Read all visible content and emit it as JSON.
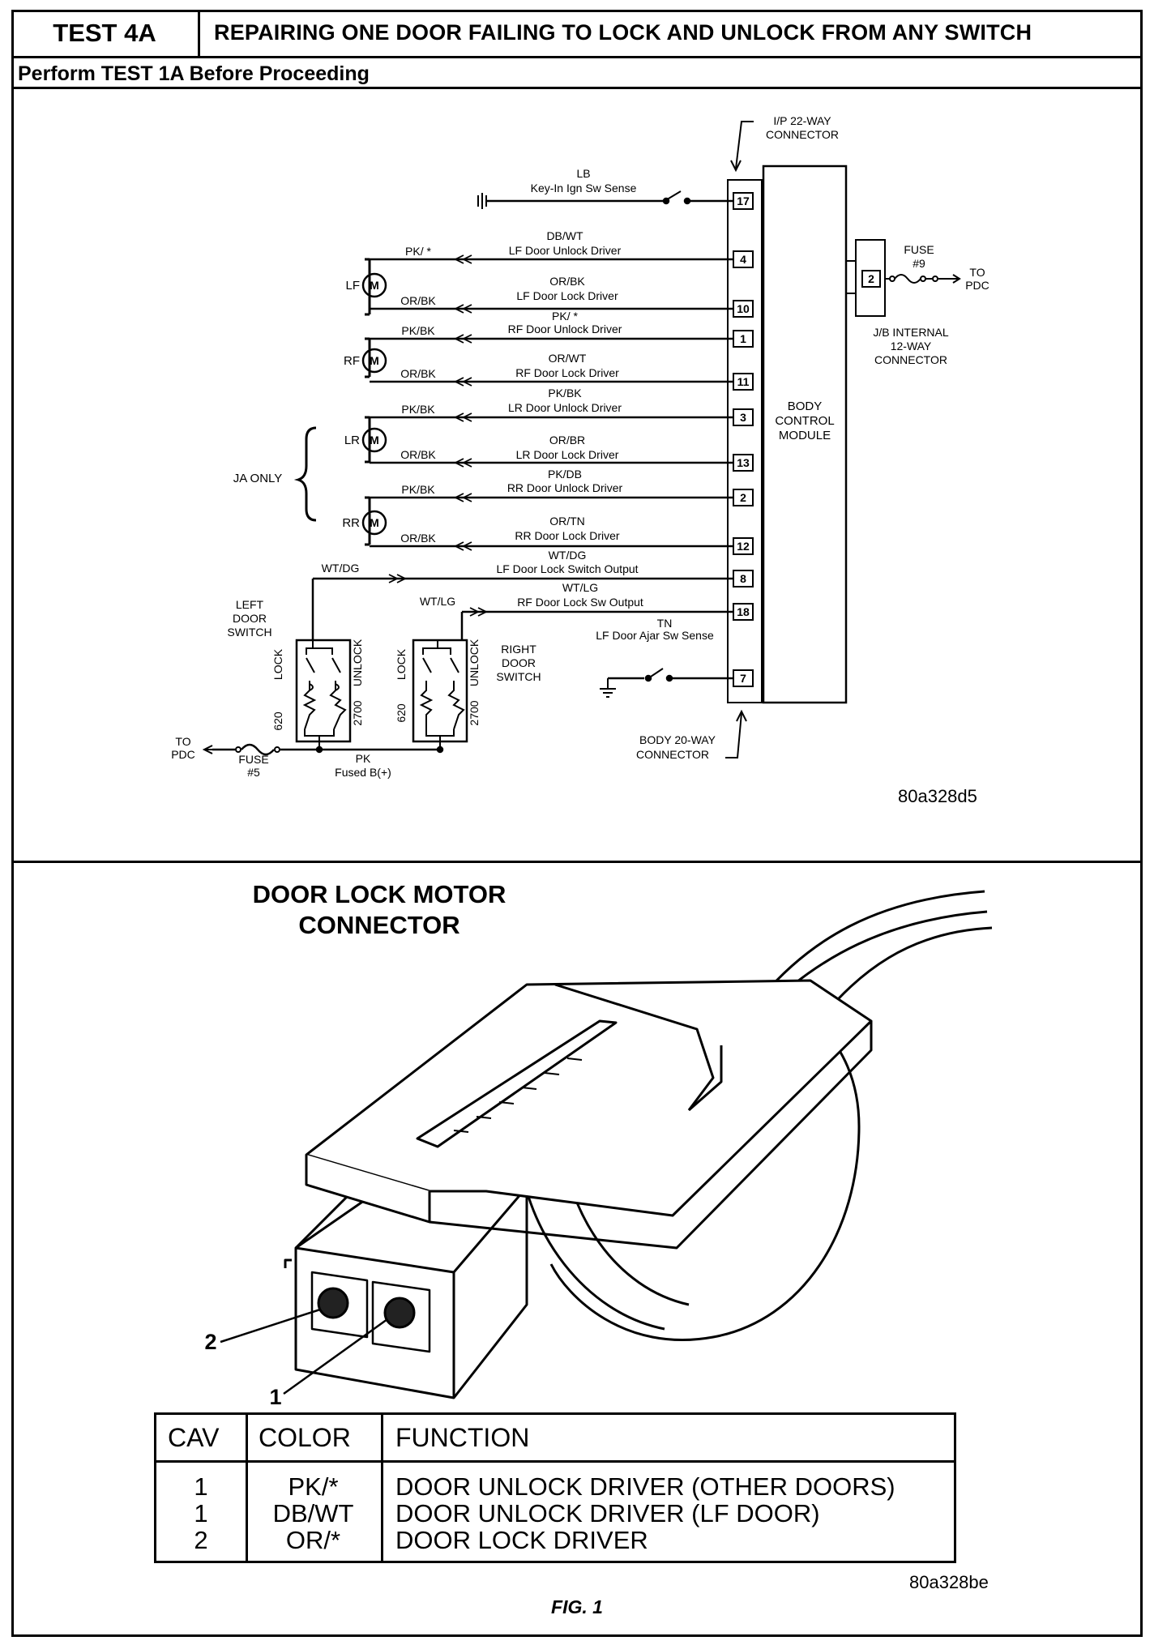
{
  "header": {
    "test_label": "TEST 4A",
    "title": "REPAIRING ONE DOOR FAILING TO LOCK AND UNLOCK FROM ANY SWITCH",
    "prerequisite": "Perform TEST 1A Before Proceeding"
  },
  "schematic": {
    "ip_connector": [
      "I/P 22-WAY",
      "CONNECTOR"
    ],
    "body_connector": [
      "BODY 20-WAY",
      "CONNECTOR"
    ],
    "bcm": [
      "BODY",
      "CONTROL",
      "MODULE"
    ],
    "jb_connector": [
      "J/B INTERNAL",
      "12-WAY",
      "CONNECTOR"
    ],
    "fuse9": [
      "FUSE",
      "#9"
    ],
    "to_pdc_right": [
      "TO",
      "PDC"
    ],
    "to_pdc_left": [
      "TO",
      "PDC"
    ],
    "fuse5": [
      "FUSE",
      "#5"
    ],
    "pk_fused": [
      "PK",
      "Fused B(+)"
    ],
    "ja_only": "JA ONLY",
    "left_switch": [
      "LEFT",
      "DOOR",
      "SWITCH"
    ],
    "right_switch": [
      "RIGHT",
      "DOOR",
      "SWITCH"
    ],
    "lock": "LOCK",
    "unlock": "UNLOCK",
    "r620": "620",
    "r2700": "2700",
    "motor_symbol": "M",
    "jb_pin": "2",
    "motors": [
      "LF",
      "RF",
      "LR",
      "RR"
    ],
    "circuits": [
      {
        "pin": "17",
        "color": "LB",
        "func": "Key-In Ign Sw Sense"
      },
      {
        "pin": "4",
        "color": "DB/WT",
        "func": "LF Door Unlock Driver",
        "left_color": "PK/ *"
      },
      {
        "pin": "10",
        "color": "OR/BK",
        "func": "LF Door Lock Driver",
        "left_color": "OR/BK"
      },
      {
        "pin": "1",
        "color": "PK/ *",
        "func": "RF Door Unlock Driver",
        "left_color": "PK/BK"
      },
      {
        "pin": "11",
        "color": "OR/WT",
        "func": "RF Door Lock Driver",
        "left_color": "OR/BK"
      },
      {
        "pin": "3",
        "color": "PK/BK",
        "func": "LR Door Unlock Driver",
        "left_color": "PK/BK"
      },
      {
        "pin": "13",
        "color": "OR/BR",
        "func": "LR Door Lock Driver",
        "left_color": "OR/BK"
      },
      {
        "pin": "2",
        "color": "PK/DB",
        "func": "RR Door Unlock Driver",
        "left_color": "PK/BK"
      },
      {
        "pin": "12",
        "color": "OR/TN",
        "func": "RR Door Lock Driver",
        "left_color": "OR/BK"
      },
      {
        "pin": "8",
        "color": "WT/DG",
        "func": "LF Door Lock Switch Output",
        "left_color": "WT/DG"
      },
      {
        "pin": "18",
        "color": "WT/LG",
        "func": "RF Door Lock Sw Output",
        "left_color": "WT/LG"
      },
      {
        "pin": "7",
        "color": "TN",
        "func": "LF Door Ajar Sw Sense"
      }
    ],
    "code": "80a328d5"
  },
  "connector_figure": {
    "caption": [
      "DOOR LOCK MOTOR",
      "CONNECTOR"
    ],
    "cavity_labels": [
      "2",
      "1"
    ],
    "table": {
      "headers": [
        "CAV",
        "COLOR",
        "FUNCTION"
      ],
      "rows": [
        {
          "cav": "1",
          "color": "PK/*",
          "function": "DOOR UNLOCK DRIVER (OTHER DOORS)"
        },
        {
          "cav": "1",
          "color": "DB/WT",
          "function": "DOOR UNLOCK DRIVER (LF DOOR)"
        },
        {
          "cav": "2",
          "color": "OR/*",
          "function": "DOOR LOCK DRIVER"
        }
      ]
    },
    "code": "80a328be",
    "fig_label": "FIG. 1"
  }
}
